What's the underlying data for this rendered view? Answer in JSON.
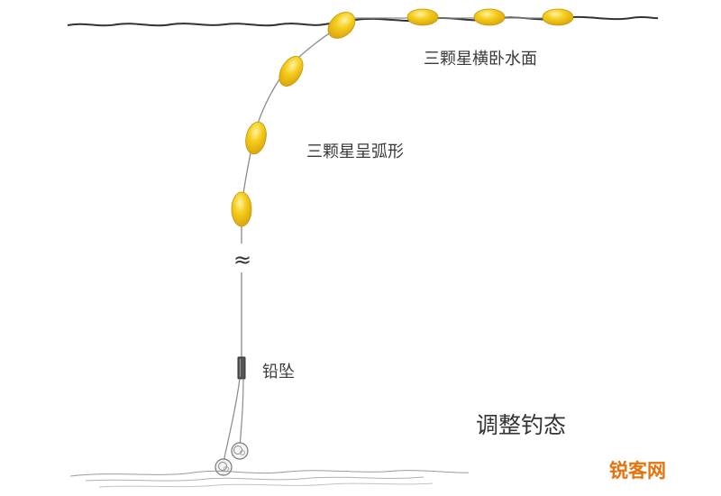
{
  "labels": {
    "floats_on_surface": "三颗星横卧水面",
    "floats_in_arc": "三颗星呈弧形",
    "sinker": "铅坠",
    "title": "调整钓态",
    "watermark": "锐客网"
  },
  "symbols": {
    "line_break": "≈"
  },
  "colors": {
    "float_fill": "#f2c21a",
    "float_highlight": "#fff27a",
    "float_edge": "#c8960a",
    "line": "#8a8a8a",
    "water": "#333333",
    "brand": "#e8720c"
  }
}
